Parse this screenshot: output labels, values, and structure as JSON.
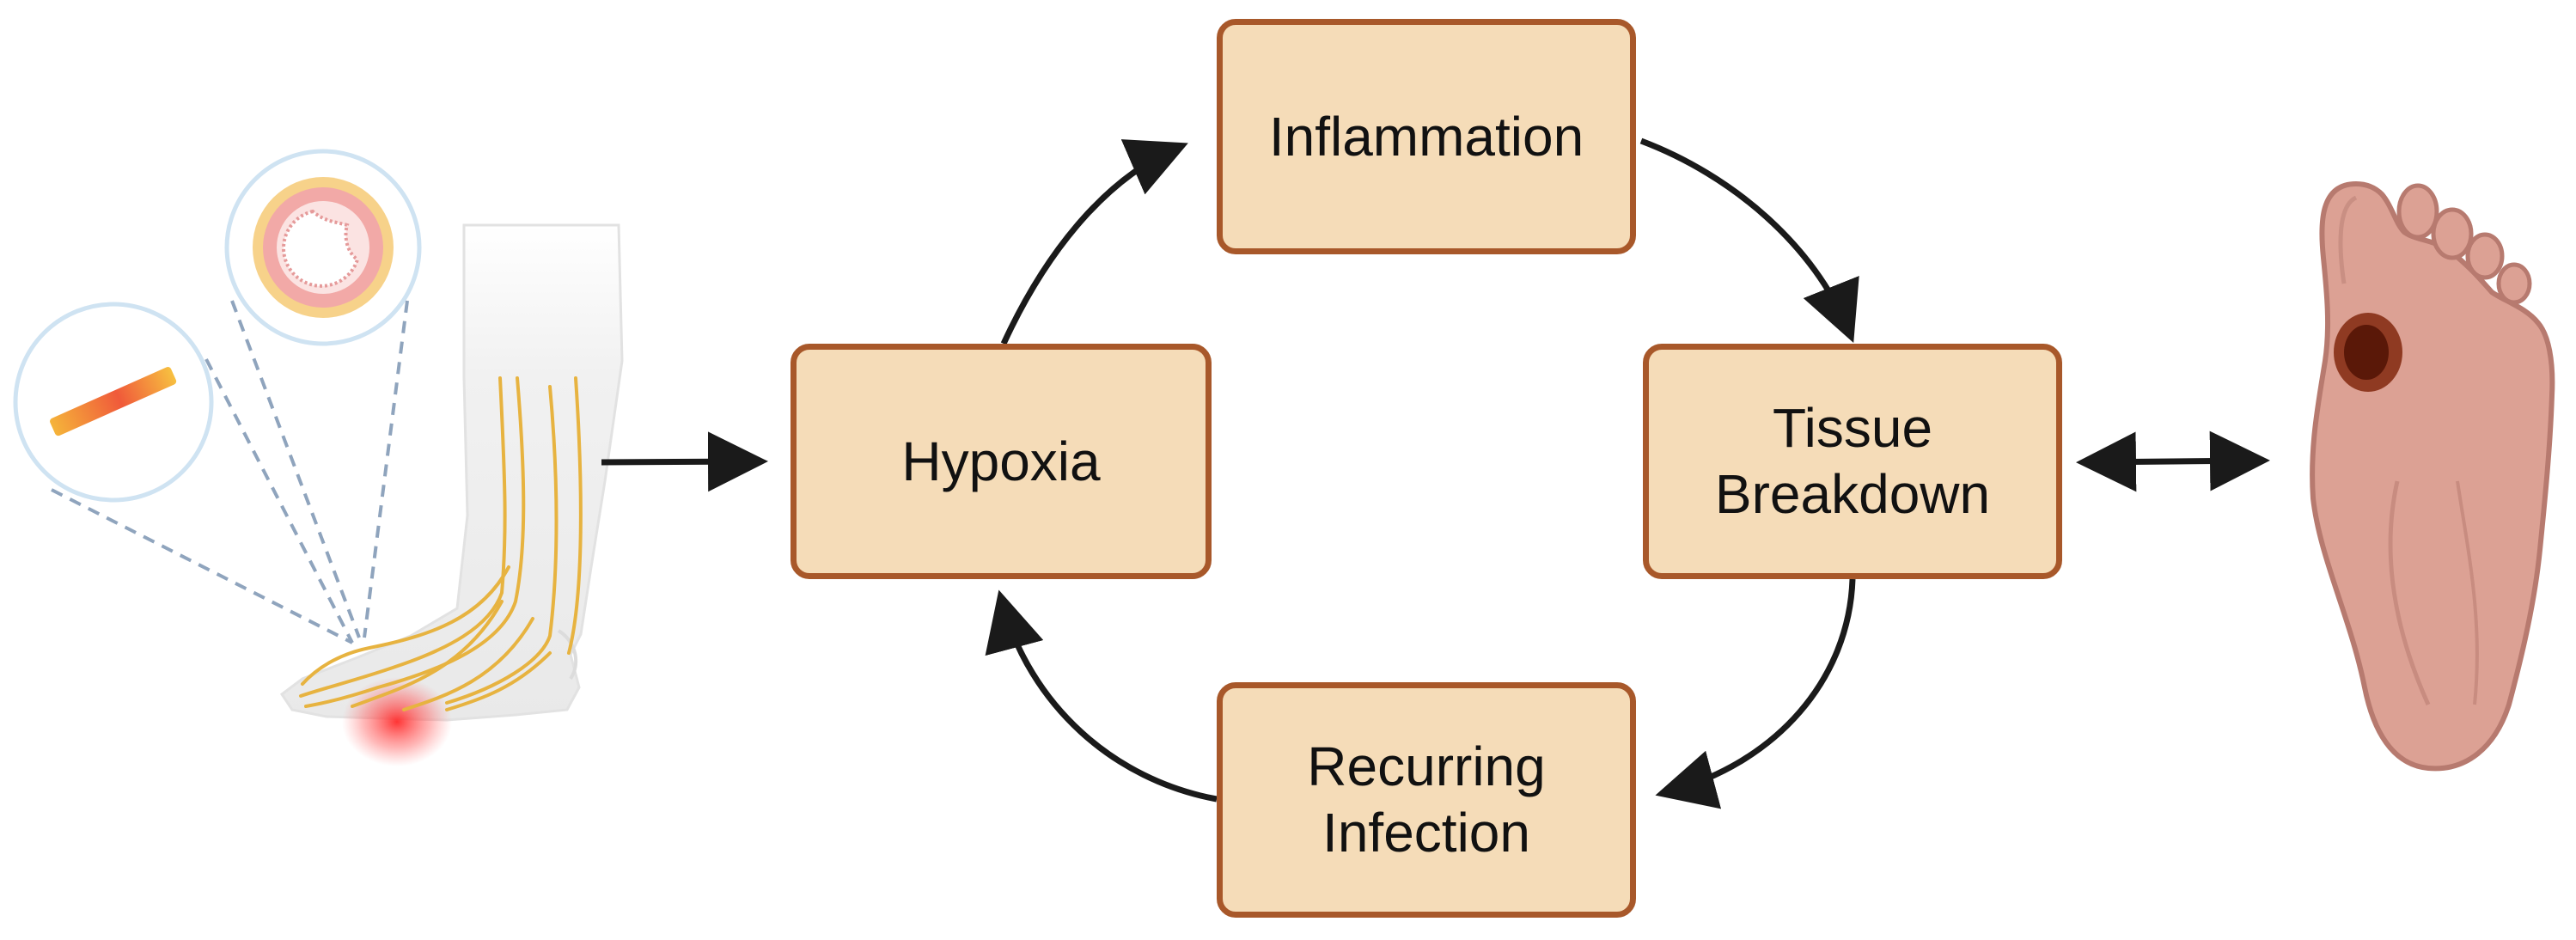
{
  "diagram": {
    "cycle_nodes": [
      {
        "id": "inflammation",
        "lines": [
          "Inflammation"
        ]
      },
      {
        "id": "tissue_breakdown",
        "lines": [
          "Tissue",
          "Breakdown"
        ]
      },
      {
        "id": "recurring_infection",
        "lines": [
          "Recurring",
          "Infection"
        ]
      },
      {
        "id": "hypoxia",
        "lines": [
          "Hypoxia"
        ]
      }
    ],
    "cycle_order": [
      "hypoxia",
      "inflammation",
      "tissue_breakdown",
      "recurring_infection",
      "hypoxia"
    ],
    "input": {
      "from": "neuropathic-foot-illustration",
      "to": "hypoxia",
      "direction": "one-way"
    },
    "output": {
      "from": "tissue_breakdown",
      "to": "foot-ulcer-illustration",
      "direction": "two-way"
    },
    "colors": {
      "box_fill": "#f5dcb8",
      "box_border": "#a8582a",
      "arrow": "#1a1a1a",
      "text": "#111111"
    }
  }
}
